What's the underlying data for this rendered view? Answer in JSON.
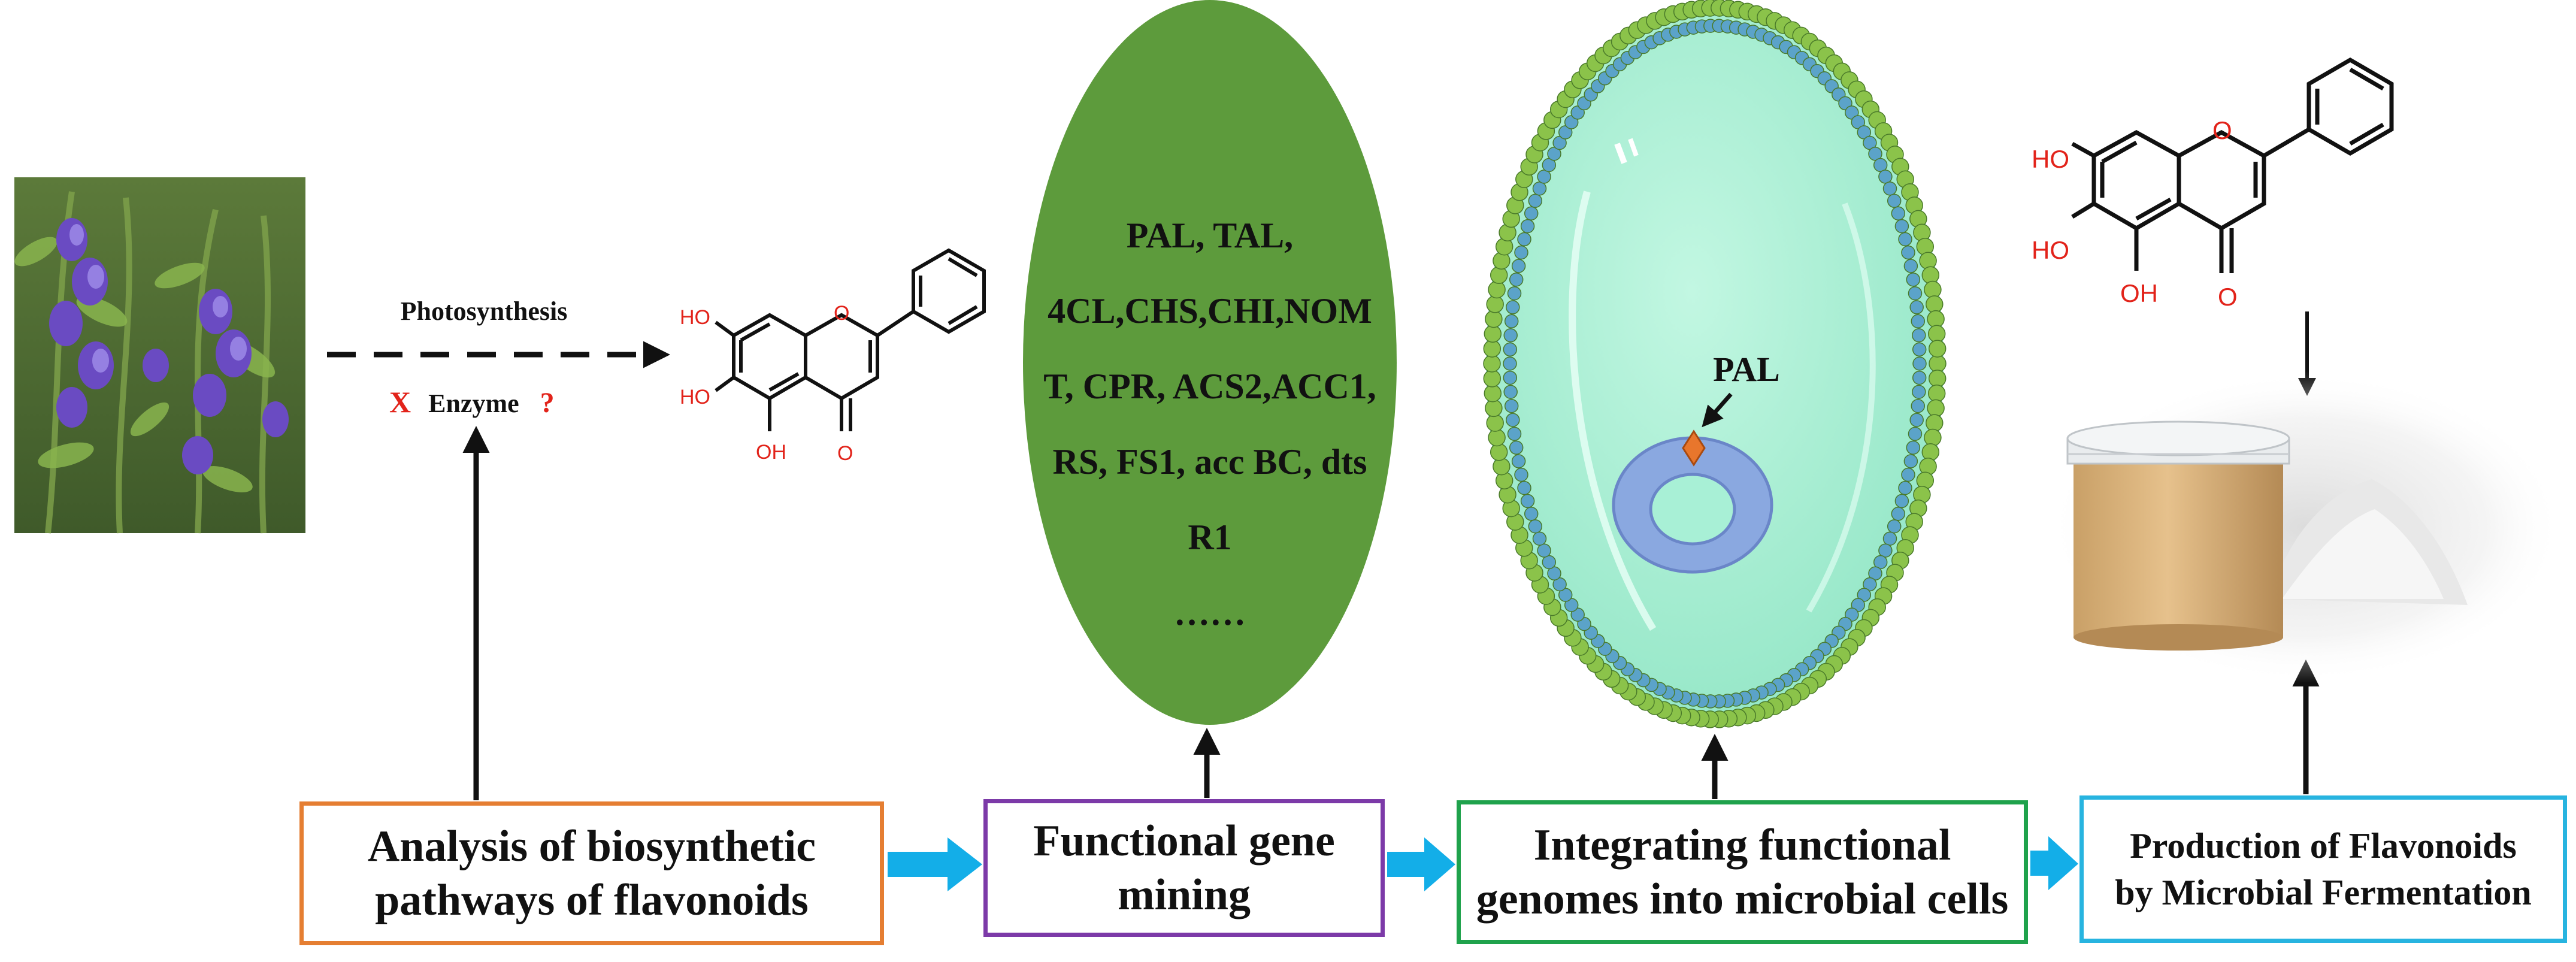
{
  "process_boxes": {
    "analysis": "Analysis of biosynthetic\npathways of flavonoids",
    "mining": "Functional gene\nmining",
    "integrating": "Integrating functional\ngenomes into microbial cells",
    "production": "Production of Flavonoids\nby Microbial Fermentation"
  },
  "pathway": {
    "photosynthesis": "Photosynthesis",
    "x_mark": "X",
    "enzyme": "Enzyme",
    "question": "?"
  },
  "gene_list": [
    "PAL, TAL,",
    "4CL,CHS,CHI,NOM",
    "T, CPR, ACS2,ACC1,",
    "RS, FS1, acc BC, dts",
    "R1",
    "……"
  ],
  "cell": {
    "pal_label": "PAL"
  },
  "molecule": {
    "oh": "HO",
    "oh_bottom": "OH",
    "ring_o": "O",
    "carbonyl_o": "O"
  },
  "colors": {
    "analysis_border": "#e57e32",
    "mining_border": "#7c3aa8",
    "integrating_border": "#1fa24c",
    "production_border": "#27b4e0",
    "flow_arrow": "#13aee8",
    "oxygen_red": "#e2231a",
    "ellipse_green": "#5d9b3c",
    "cell_interior": "#a8f0d6",
    "membrane_green": "#8bc34a",
    "membrane_blue": "#5ba3c9",
    "plasmid": "#8aa8e0",
    "plasmid_marker": "#e8762c"
  },
  "icons": [
    "scutellaria-plant-photo",
    "flavonoid-molecule",
    "microbial-cell",
    "plasmid",
    "powder-drum"
  ]
}
